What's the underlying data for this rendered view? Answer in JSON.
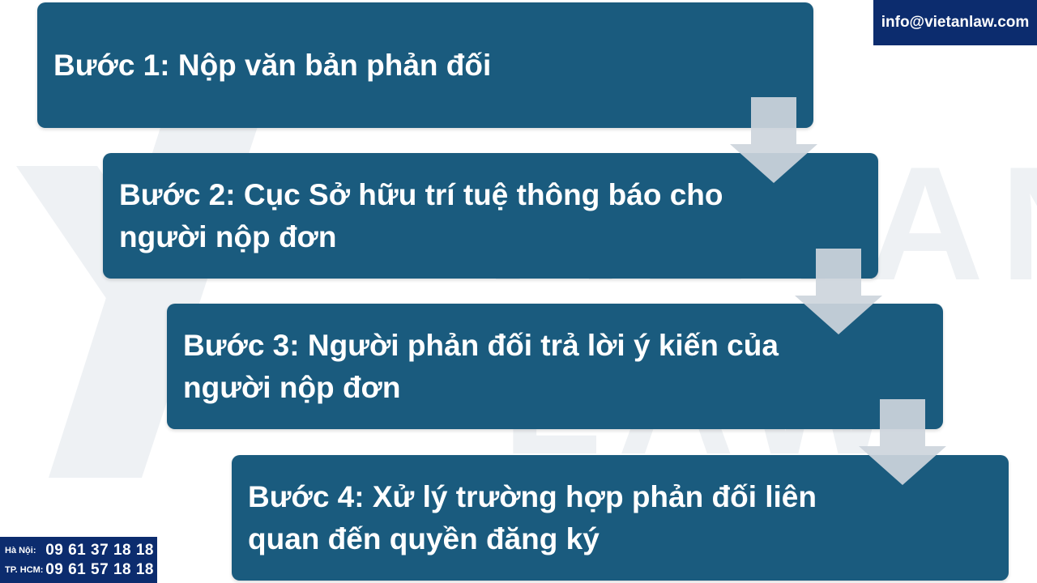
{
  "watermark": {
    "brand_text": "VIETAN",
    "sub_text": "LAW"
  },
  "steps": [
    {
      "text": "Bước 1: Nộp văn bản phản đối"
    },
    {
      "text": "Bước 2: Cục Sở hữu trí tuệ thông báo cho người nộp đơn"
    },
    {
      "text": "Bước 3: Người phản đối trả lời ý kiến của người nộp đơn"
    },
    {
      "text": "Bước 4: Xử lý trường hợp phản đối liên quan đến quyền đăng ký"
    }
  ],
  "contact": {
    "email": "info@vietanlaw.com",
    "phones": [
      {
        "city": "Hà Nội:",
        "number": "09 61 37 18 18"
      },
      {
        "city": "TP. HCM:",
        "number": "09 61 57 18 18"
      }
    ]
  },
  "colors": {
    "box": "#1a5b7e",
    "arrow": "#cdd5dc",
    "contact_bg": "#0c2c6e",
    "watermark": "#eef1f4"
  }
}
